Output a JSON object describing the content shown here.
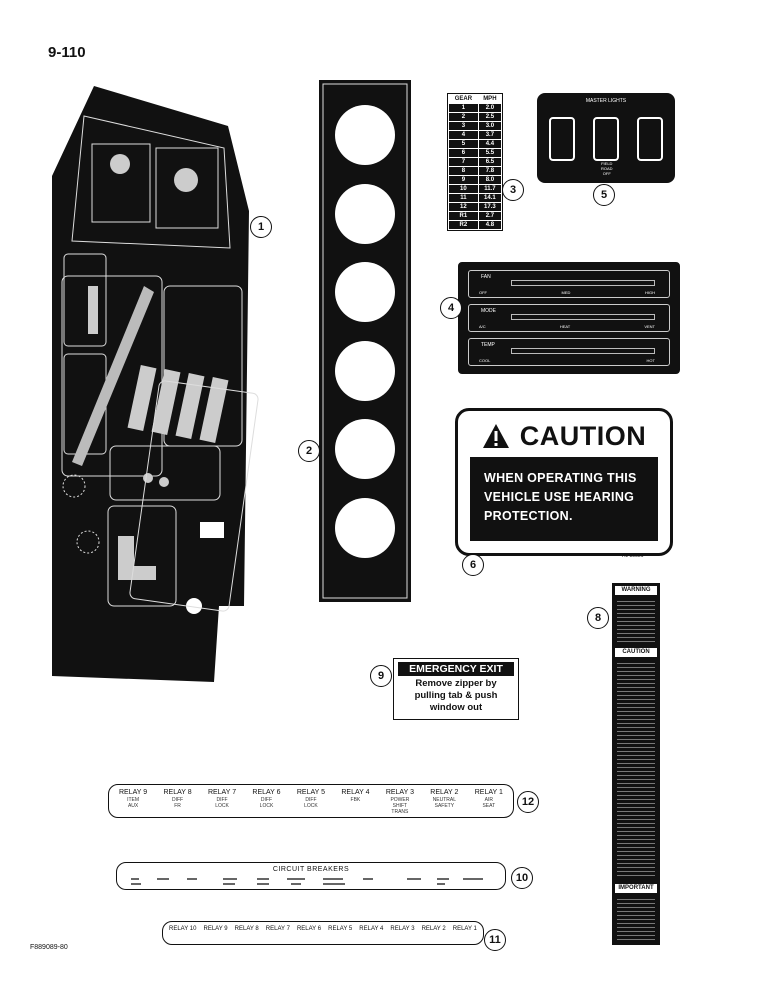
{
  "page_number": "9-110",
  "figure_id": "F889089-80",
  "callouts": [
    "1",
    "2",
    "3",
    "4",
    "5",
    "6",
    "8",
    "9",
    "10",
    "11",
    "12"
  ],
  "gear_table": {
    "headers": [
      "GEAR",
      "MPH"
    ],
    "rows": [
      [
        "1",
        "2.0"
      ],
      [
        "2",
        "2.5"
      ],
      [
        "3",
        "3.0"
      ],
      [
        "4",
        "3.7"
      ],
      [
        "5",
        "4.4"
      ],
      [
        "6",
        "5.5"
      ],
      [
        "7",
        "6.5"
      ],
      [
        "8",
        "7.8"
      ],
      [
        "9",
        "8.0"
      ],
      [
        "10",
        "11.7"
      ],
      [
        "11",
        "14.1"
      ],
      [
        "12",
        "17.3"
      ],
      [
        "R1",
        "2.7"
      ],
      [
        "R2",
        "4.8"
      ]
    ]
  },
  "master_lights": {
    "title": "MASTER LIGHTS",
    "positions": "FIELD\nROAD\nOFF"
  },
  "hvac_panel": {
    "rows": [
      {
        "label": "FAN",
        "scale": [
          "OFF",
          "MED",
          "HIGH"
        ]
      },
      {
        "label": "MODE",
        "scale": [
          "A/C",
          "HEAT",
          "VENT"
        ]
      },
      {
        "label": "TEMP",
        "scale": [
          "COOL",
          "",
          "HOT"
        ]
      }
    ]
  },
  "caution_decal": {
    "title": "CAUTION",
    "lines": [
      "WHEN OPERATING THIS",
      "VEHICLE USE HEARING",
      "PROTECTION."
    ],
    "code": "A1 38881"
  },
  "emergency_exit": {
    "title": "EMERGENCY EXIT",
    "lines": [
      "Remove zipper by",
      "pulling tab & push",
      "window out"
    ]
  },
  "warning_strip": {
    "headers": [
      "WARNING",
      "CAUTION",
      "IMPORTANT"
    ]
  },
  "relay_strip_12": [
    {
      "label": "RELAY 9",
      "sub": "ITEM\nAUX"
    },
    {
      "label": "RELAY 8",
      "sub": "DIFF\nFR"
    },
    {
      "label": "RELAY 7",
      "sub": "DIFF\nLOCK"
    },
    {
      "label": "RELAY 6",
      "sub": "DIFF\nLOCK"
    },
    {
      "label": "RELAY 5",
      "sub": "DIFF\nLOCK"
    },
    {
      "label": "RELAY 4",
      "sub": "FBK"
    },
    {
      "label": "RELAY 3",
      "sub": "POWER\nSHIFT\nTRANS"
    },
    {
      "label": "RELAY 2",
      "sub": "NEUTRAL\nSAFETY"
    },
    {
      "label": "RELAY 1",
      "sub": "AIR\nSEAT"
    }
  ],
  "circuit_breakers": {
    "title": "CIRCUIT BREAKERS"
  },
  "relay_strip_11": [
    "RELAY 10",
    "RELAY 9",
    "RELAY 8",
    "RELAY 7",
    "RELAY 6",
    "RELAY 5",
    "RELAY 4",
    "RELAY 3",
    "RELAY 2",
    "RELAY 1"
  ],
  "colors": {
    "decal_black": "#111111",
    "paper": "#ffffff"
  }
}
